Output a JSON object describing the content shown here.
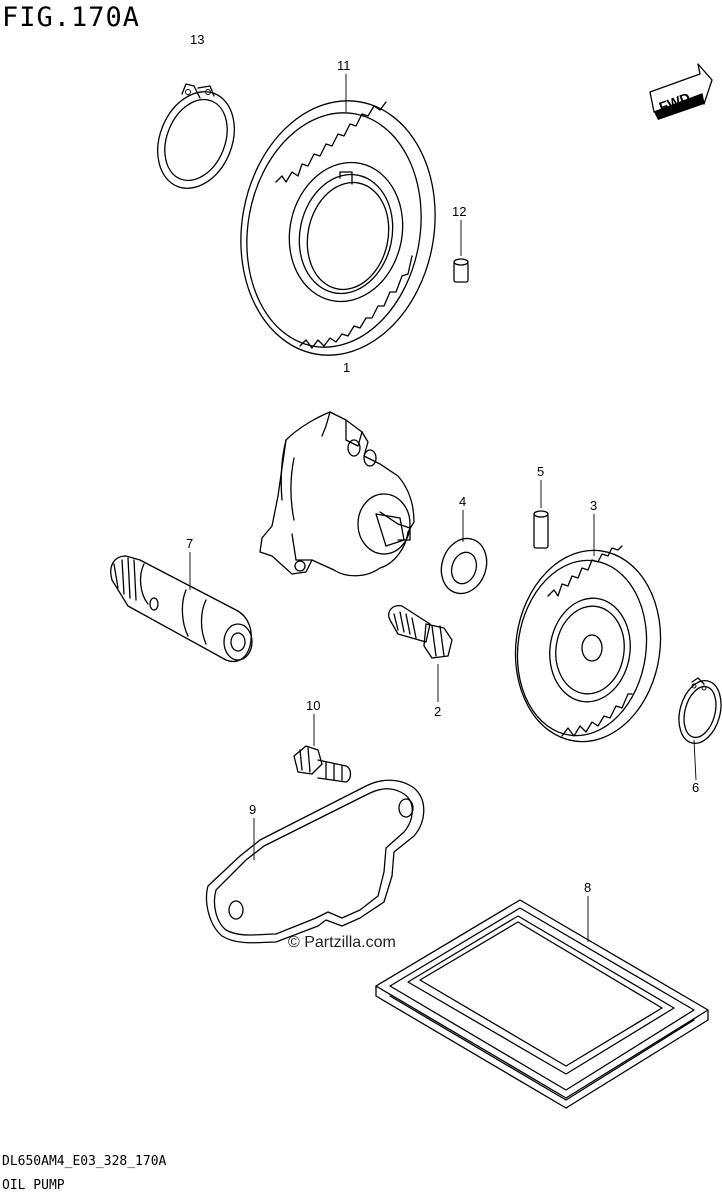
{
  "figure_title": "FIG.170A",
  "footer": {
    "diagram_code": "DL650AM4_E03_328_170A",
    "diagram_name": "OIL PUMP"
  },
  "watermark": "© Partzilla.com",
  "fwd_label": "FWD",
  "callouts": [
    {
      "id": "13",
      "part": "circlip-small"
    },
    {
      "id": "11",
      "part": "drive-gear-teeth"
    },
    {
      "id": "12",
      "part": "dowel-pin"
    },
    {
      "id": "1",
      "part": "oil-pump-drive-gear"
    },
    {
      "id": "7",
      "part": "pump-shaft"
    },
    {
      "id": "4",
      "part": "washer"
    },
    {
      "id": "5",
      "part": "pin"
    },
    {
      "id": "3",
      "part": "driven-gear"
    },
    {
      "id": "2",
      "part": "bolt"
    },
    {
      "id": "10",
      "part": "bolt-small"
    },
    {
      "id": "6",
      "part": "circlip"
    },
    {
      "id": "9",
      "part": "cover-plate"
    },
    {
      "id": "8",
      "part": "gasket-filter"
    }
  ]
}
